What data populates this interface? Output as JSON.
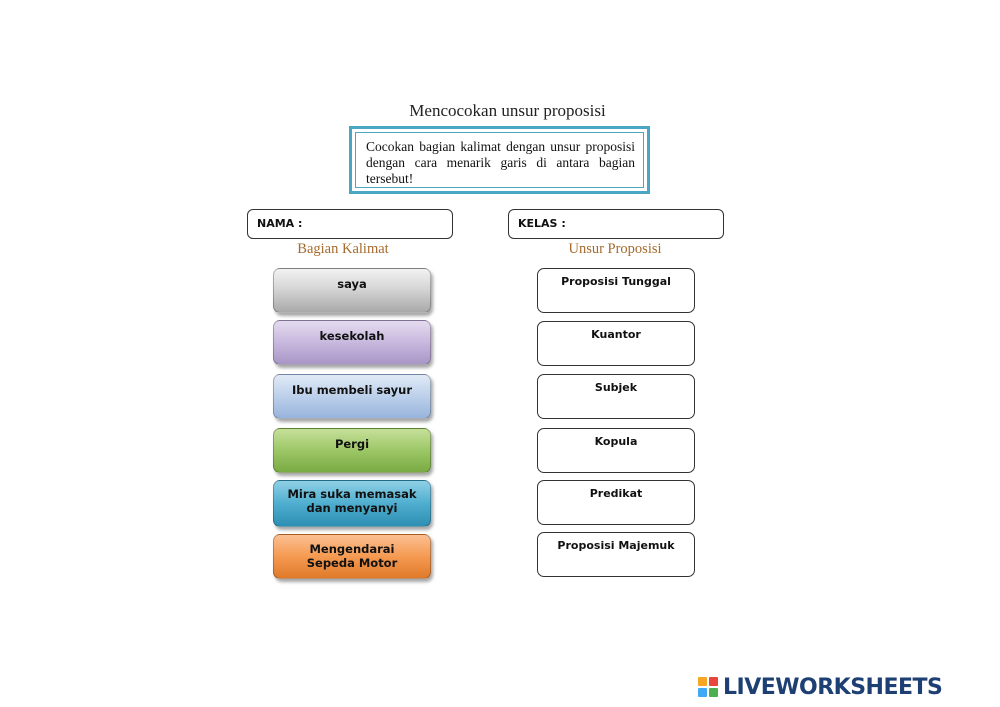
{
  "title": "Mencocokan unsur proposisi",
  "instruction": "Cocokan bagian kalimat dengan unsur proposisi dengan cara menarik garis di antara bagian tersebut!",
  "fields": {
    "nama_label": "NAMA :",
    "kelas_label": "KELAS :"
  },
  "headers": {
    "left": "Bagian Kalimat",
    "right": "Unsur Proposisi"
  },
  "left_items": [
    {
      "line1": "saya",
      "line2": ""
    },
    {
      "line1": "kesekolah",
      "line2": ""
    },
    {
      "line1": "Ibu membeli sayur",
      "line2": ""
    },
    {
      "line1": "Pergi",
      "line2": ""
    },
    {
      "line1": "Mira suka memasak",
      "line2": "dan menyanyi"
    },
    {
      "line1": "Mengendarai",
      "line2": "Sepeda Motor"
    }
  ],
  "right_items": [
    "Proposisi Tunggal",
    "Kuantor",
    "Subjek",
    "Kopula",
    "Predikat",
    "Proposisi Majemuk"
  ],
  "colors": {
    "left_box_colors": [
      "#c8c8c8",
      "#c5b4dc",
      "#b9cde8",
      "#9cc766",
      "#4faecf",
      "#f59a52"
    ],
    "border_accent": "#4ba6c4",
    "header_color": "#a66a2c",
    "brand_color": "#1e3f73"
  },
  "brand": "LIVEWORKSHEETS"
}
